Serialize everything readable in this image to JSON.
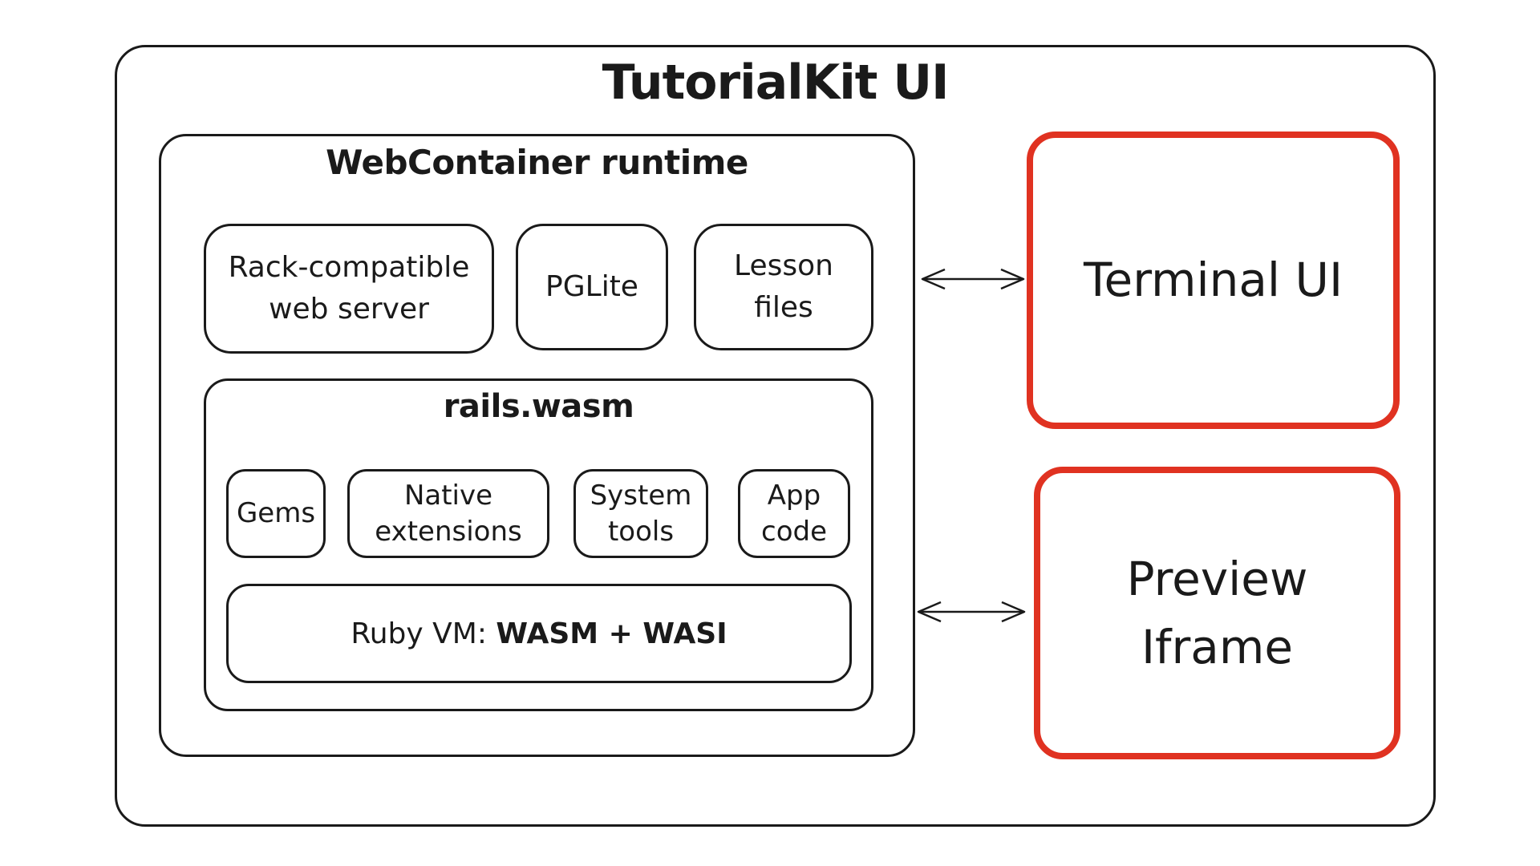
{
  "diagram": {
    "title": "TutorialKit UI",
    "runtime": {
      "title": "WebContainer runtime",
      "components": [
        {
          "label": "Rack-compatible\nweb server"
        },
        {
          "label": "PGLite"
        },
        {
          "label": "Lesson\nfiles"
        }
      ],
      "rails": {
        "title": "rails.wasm",
        "modules": [
          {
            "label": "Gems"
          },
          {
            "label": "Native\nextensions"
          },
          {
            "label": "System\ntools"
          },
          {
            "label": "App\ncode"
          }
        ],
        "vm": {
          "prefix": "Ruby VM: ",
          "emphasis": "WASM + WASI"
        }
      }
    },
    "side_panels": [
      {
        "label": "Terminal UI"
      },
      {
        "label": "Preview\nIframe"
      }
    ],
    "colors": {
      "outline": "#1a1a1a",
      "highlight": "#e03221",
      "background": "#ffffff"
    }
  }
}
